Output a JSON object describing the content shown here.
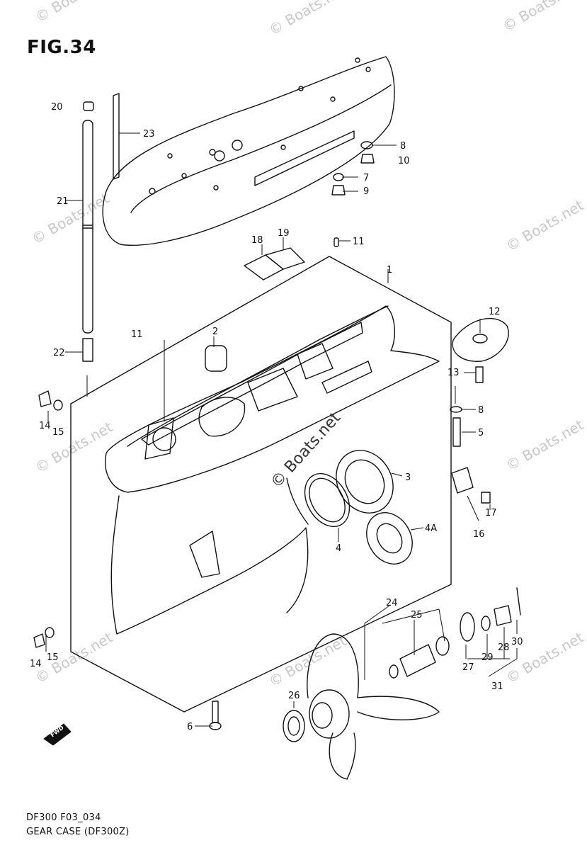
{
  "figure": {
    "title": "FIG.34",
    "caption_line1": "DF300 F03_034",
    "caption_line2": "GEAR CASE (DF300Z)",
    "watermark": "© Boats.net",
    "center_watermark": "© Boats.net"
  },
  "callouts": {
    "c1": "1",
    "c2": "2",
    "c3": "3",
    "c4": "4",
    "c4a": "4A",
    "c5": "5",
    "c6": "6",
    "c7": "7",
    "c8a": "8",
    "c8b": "8",
    "c9": "9",
    "c10": "10",
    "c11a": "11",
    "c11b": "11",
    "c12": "12",
    "c13": "13",
    "c14a": "14",
    "c14b": "14",
    "c15a": "15",
    "c15b": "15",
    "c16": "16",
    "c17": "17",
    "c18": "18",
    "c19": "19",
    "c20": "20",
    "c21": "21",
    "c22": "22",
    "c23": "23",
    "c24": "24",
    "c25": "25",
    "c26": "26",
    "c27": "27",
    "c28": "28",
    "c29": "29",
    "c30": "30",
    "c31": "31"
  },
  "fwd_arrow": "FWD"
}
